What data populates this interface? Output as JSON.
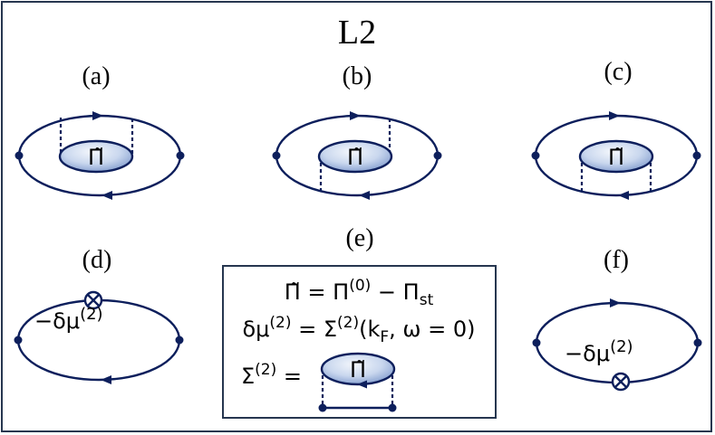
{
  "title": "L2",
  "panels": {
    "a": "(a)",
    "b": "(b)",
    "c": "(c)",
    "d": "(d)",
    "e": "(e)",
    "f": "(f)"
  },
  "blob_label": "Π̃",
  "counterterm_label": "−δμ",
  "counterterm_sup": "(2)",
  "box": {
    "eq1_lhs": "Π̃ = Π",
    "eq1_sup": "(0)",
    "eq1_mid": " − Π",
    "eq1_sub": "st",
    "eq2_a": "δμ",
    "eq2_sup1": "(2)",
    "eq2_b": " = Σ",
    "eq2_sup2": "(2)",
    "eq2_c": "(k",
    "eq2_sub": "F",
    "eq2_d": ", ω = 0)",
    "eq3_a": "Σ",
    "eq3_sup": "(2)",
    "eq3_b": " ="
  },
  "colors": {
    "line": "#0d1f5c",
    "blob_light": "#f4f7fc",
    "blob_dark": "#7e99cc",
    "frame": "#26364f"
  }
}
